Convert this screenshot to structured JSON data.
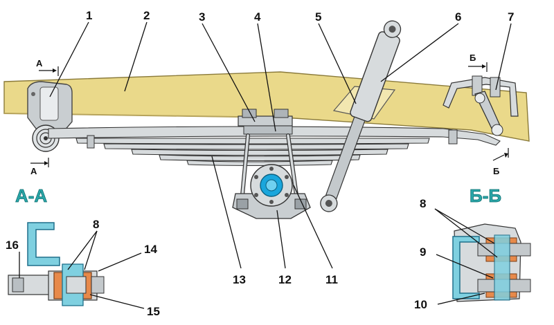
{
  "callouts": [
    "1",
    "2",
    "3",
    "4",
    "5",
    "6",
    "7",
    "8",
    "9",
    "10",
    "11",
    "12",
    "13",
    "14",
    "15",
    "16"
  ],
  "section_labels": {
    "aa": "А-А",
    "bb": "Б-Б"
  },
  "cut_marks": {
    "a": "А",
    "b": "Б"
  },
  "colors": {
    "frame": "#ead98a",
    "steel": "#d7dbdd",
    "bushing": "#e7894a",
    "hub": "#1aa6dc",
    "section_text": "#2aa7a9"
  }
}
